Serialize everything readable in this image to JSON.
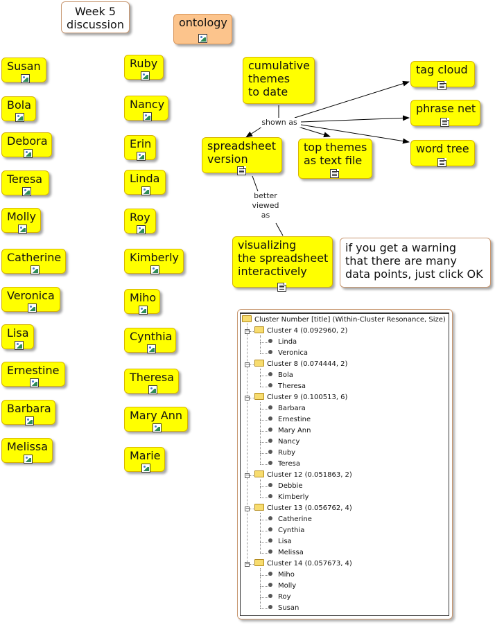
{
  "header_note": {
    "label": "Week 5\ndiscussion"
  },
  "ontology": {
    "label": "ontology"
  },
  "names_left": [
    "Susan",
    "Bola",
    "Debora",
    "Teresa",
    "Molly",
    "Catherine",
    "Veronica",
    "Lisa",
    "Ernestine",
    "Barbara",
    "Melissa"
  ],
  "names_right": [
    "Ruby",
    "Nancy",
    "Erin",
    "Linda",
    "Roy",
    "Kimberly",
    "Miho",
    "Cynthia",
    "Theresa",
    "Mary Ann",
    "Marie"
  ],
  "concepts": {
    "cumulative": "cumulative\nthemes\nto date",
    "spreadsheet": "spreadsheet\nversion",
    "top_themes": "top themes\nas text file",
    "tag_cloud": "tag cloud",
    "phrase_net": "phrase net",
    "word_tree": "word tree",
    "visualizing": "visualizing\nthe spreadsheet\ninteractively",
    "warning": "if you get a warning\nthat there are many\ndata points, just click OK"
  },
  "link_labels": {
    "shown_as": "shown as",
    "better_viewed_as": "better\nviewed\nas"
  },
  "tree": {
    "root": "Cluster Number [title] (Within-Cluster Resonance, Size)",
    "clusters": [
      {
        "label": "Cluster 4 (0.092960, 2)",
        "members": [
          "Linda",
          "Veronica"
        ]
      },
      {
        "label": "Cluster 8 (0.074444, 2)",
        "members": [
          "Bola",
          "Theresa"
        ]
      },
      {
        "label": "Cluster 9 (0.100513, 6)",
        "members": [
          "Barbara",
          "Ernestine",
          "Mary Ann",
          "Nancy",
          "Ruby",
          "Teresa"
        ]
      },
      {
        "label": "Cluster 12 (0.051863, 2)",
        "members": [
          "Debbie",
          "Kimberly"
        ]
      },
      {
        "label": "Cluster 13 (0.056762, 4)",
        "members": [
          "Catherine",
          "Cynthia",
          "Lisa",
          "Melissa"
        ]
      },
      {
        "label": "Cluster 14 (0.057673, 4)",
        "members": [
          "Miho",
          "Molly",
          "Roy",
          "Susan"
        ]
      }
    ]
  }
}
